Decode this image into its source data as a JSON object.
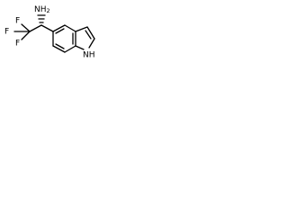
{
  "molecule": {
    "atoms": {
      "f_top": "F",
      "f_left": "F",
      "f_bottom": "F",
      "nh2": "NH",
      "nh2_sub": "2",
      "nh": "NH"
    },
    "stereo_bond": "hashed wedge",
    "colors": {
      "bonds": "#000000",
      "labels": "#000000",
      "background": "#ffffff"
    }
  }
}
